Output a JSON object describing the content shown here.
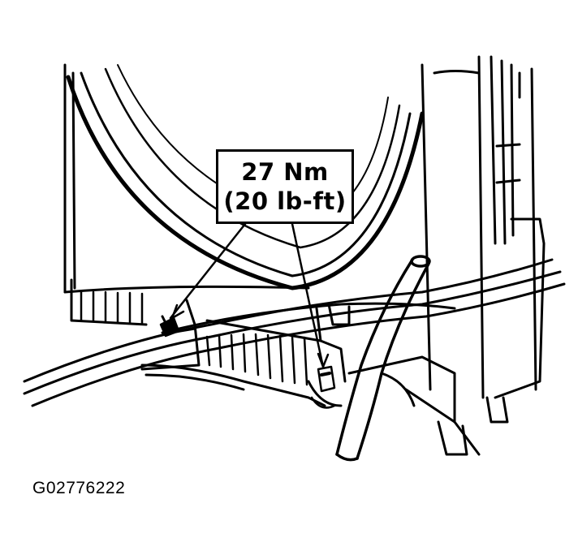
{
  "callout": {
    "torque_metric": "27 Nm",
    "torque_imperial": "(20 lb-ft)"
  },
  "figure_id": "G02776222",
  "colors": {
    "ink": "#000000",
    "paper": "#ffffff"
  }
}
